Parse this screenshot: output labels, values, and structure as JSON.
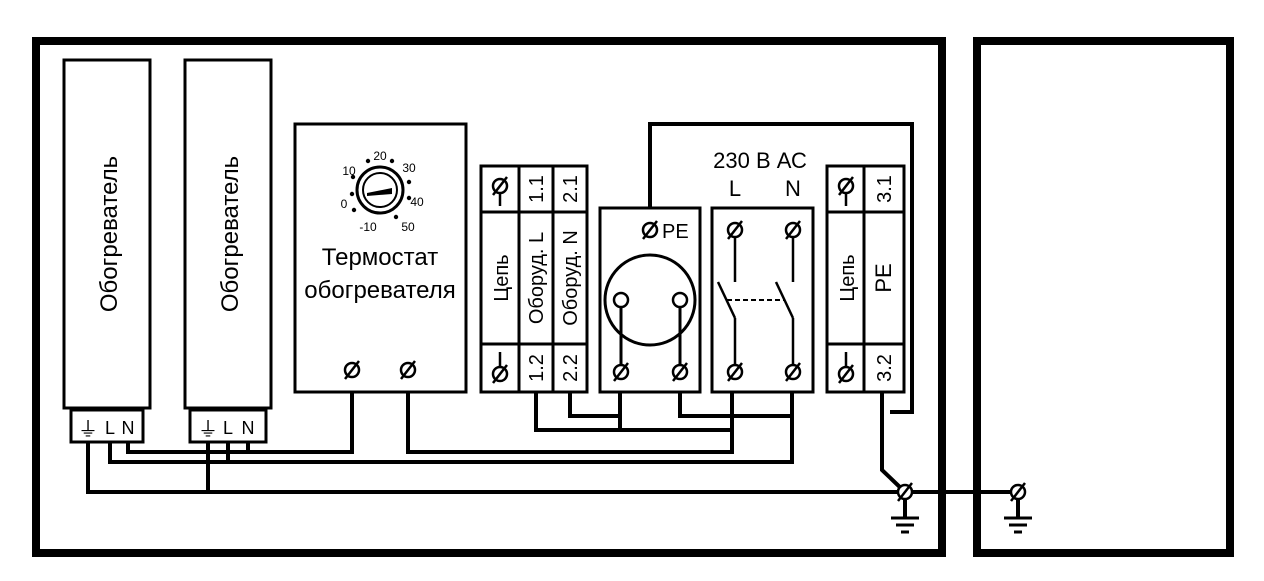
{
  "heaters": [
    {
      "label": "Обогреватель",
      "terminals": {
        "ground": "⏚",
        "l": "L",
        "n": "N"
      }
    },
    {
      "label": "Обогреватель",
      "terminals": {
        "ground": "⏚",
        "l": "L",
        "n": "N"
      }
    }
  ],
  "thermostat": {
    "title_line1": "Термостат",
    "title_line2": "обогревателя",
    "dial_marks": [
      "-10",
      "0",
      "10",
      "20",
      "30",
      "40",
      "50"
    ]
  },
  "terminal_block_left": {
    "top_number_1": "1.1",
    "top_number_2": "2.1",
    "bottom_number_1": "1.2",
    "bottom_number_2": "2.2",
    "left_label": "Цепь",
    "label_1": "Оборуд. L",
    "label_2": "Оборуд. N"
  },
  "socket": {
    "pe_label": "PE"
  },
  "supply": {
    "title": "230 В АС",
    "l": "L",
    "n": "N"
  },
  "terminal_block_right": {
    "top_number": "3.1",
    "bottom_number": "3.2",
    "left_label": "Цепь",
    "label": "PE"
  }
}
